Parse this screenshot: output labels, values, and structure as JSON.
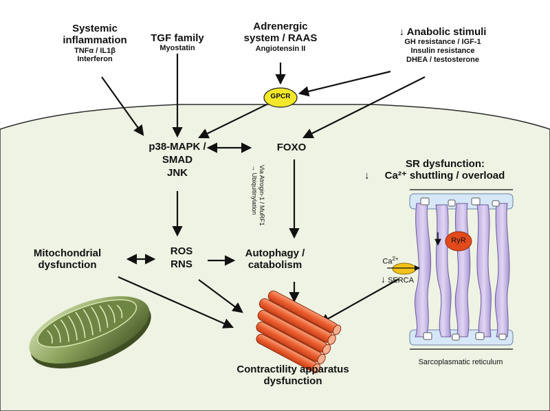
{
  "stimuli": {
    "inflammation": {
      "title_l1": "Systemic",
      "title_l2": "inflammation",
      "line1": "TNFα / IL1β",
      "line2": "Interferon"
    },
    "tgf": {
      "title": "TGF family",
      "line1": "Myostatin"
    },
    "adrenergic": {
      "title_l1": "Adrenergic",
      "title_l2": "system / RAAS",
      "line1": "Angiotensin II"
    },
    "anabolic": {
      "arrow": "↓",
      "title": "Anabolic stimuli",
      "line1": "GH resistance / IGF-1",
      "line2": "Insulin resistance",
      "line3": "DHEA / testosterone"
    }
  },
  "receptor": {
    "gpcr": "GPCR"
  },
  "pathways": {
    "mapk_l1": "p38-MAPK /",
    "mapk_l2": "SMAD",
    "mapk_l3": "JNK",
    "foxo": "FOXO",
    "ros": "ROS",
    "rns": "RNS",
    "autophagy_l1": "Autophagy /",
    "autophagy_l2": "catabolism",
    "mito_l1": "Mitochondrial",
    "mito_l2": "dysfunction",
    "via_l1": "Via Atrogin-1 / MuRF1",
    "via_l2": "→ Ubiquitinylation"
  },
  "sr": {
    "title_l1": "SR dysfunction:",
    "arrow": "↓",
    "title_l2": "Ca²⁺ shuttling / overload",
    "ryr": "RyR",
    "ca_label": "Ca",
    "ca_sup": "2+",
    "serca_arrow": "↓",
    "serca": "SERCA",
    "caption": "Sarcoplasmatic reticulum"
  },
  "outcome": {
    "line1": "Contractility apparatus",
    "line2": "dysfunction"
  },
  "colors": {
    "cell_fill": "#eef3e4",
    "membrane": "#2b2b2b",
    "gpcr": "#f2e829",
    "ryr": "#e24a1c",
    "serca": "#f2c21a",
    "fiber": "#f06a3a",
    "sr": "#c7b7e6",
    "sr_bg": "#d6e8f7",
    "mito": "#8aa15a"
  }
}
